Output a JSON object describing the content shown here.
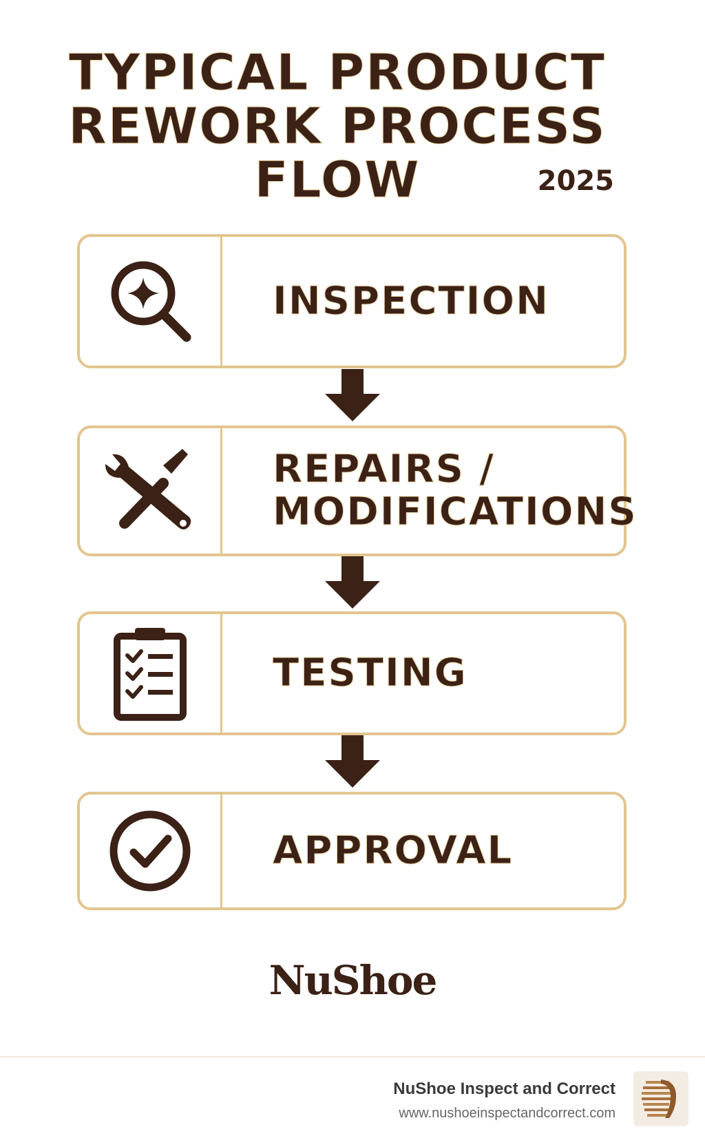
{
  "title": {
    "line1": "TYPICAL PRODUCT",
    "line2": "REWORK PROCESS",
    "line3": "FLOW"
  },
  "year": "2025",
  "steps": [
    {
      "label": "INSPECTION",
      "icon": "magnifier-sparkle-icon"
    },
    {
      "label_line1": "REPAIRS /",
      "label_line2": "MODIFICATIONS",
      "icon": "wrench-screwdriver-icon"
    },
    {
      "label": "TESTING",
      "icon": "clipboard-checklist-icon"
    },
    {
      "label": "APPROVAL",
      "icon": "check-circle-icon"
    }
  ],
  "brand": "NuShoe",
  "footer": {
    "company": "NuShoe Inspect and Correct",
    "url": "www.nushoeinspectandcorrect.com"
  },
  "colors": {
    "dark": "#3b2116",
    "gold": "#e2c58f",
    "background": "#ffffff"
  }
}
